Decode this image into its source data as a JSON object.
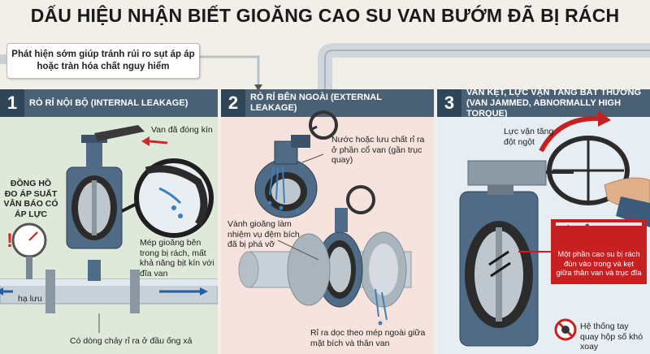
{
  "title": "DẤU HIỆU NHẬN BIẾT GIOĂNG CAO SU VAN BƯỚM ĐÃ BỊ RÁCH",
  "subtitle": "Phát hiện sớm giúp tránh rủi ro sụt áp áp hoặc tràn hóa chất nguy hiểm",
  "panels": [
    {
      "number": "1",
      "title": "RÒ RỈ NỘI BỘ (INTERNAL LEAKAGE)",
      "labels": {
        "closed": "Van đã đóng kín",
        "gauge": "ĐỒNG HỒ ĐO ÁP SUẤT VẪN BÁO CÓ ÁP LỰC",
        "seal_edge": "Mép gioăng bên trong bị rách, mất khả năng bịt kín với đĩa van",
        "downstream": "hạ lưu",
        "drain": "Có dòng chảy rỉ ra ở đầu ống xả"
      },
      "colors": {
        "arrow": "#d62828",
        "flow_arrow": "#1d5fa8",
        "alert": "#d62828"
      }
    },
    {
      "number": "2",
      "title": "RÒ RỈ BÊN NGOÀI (EXTERNAL LEAKAGE)",
      "labels": {
        "neck_leak": "Nước hoặc lưu chất rỉ ra ở phần cổ van (gần trục quay)",
        "flange_ring": "Vành gioăng làm nhiệm vụ đệm bích đã bị phá vỡ",
        "edge_leak": "Rỉ ra dọc theo mép ngoài giữa mặt bích và thân van"
      }
    },
    {
      "number": "3",
      "title": "VAN KẸT, LỰC VẶN TĂNG BẤT THƯỜNG (VAN JAMMED, ABNORMALLY HIGH TORQUE)",
      "labels": {
        "torque": "Lực vặn tăng đột ngột",
        "rubber_note": "Một phần cao su bị rách đùn vào trong và kẹt giữa thân van và trục đĩa",
        "gearbox": "Hệ thống tay quay hộp số khó xoay"
      },
      "colors": {
        "note_bg": "#c62020",
        "arrow": "#c62020"
      }
    }
  ],
  "colors": {
    "header": "#4a6175",
    "valve_body": "#4f6b86",
    "seat": "#2b2b2b",
    "pipe": "#c9d1d8"
  }
}
